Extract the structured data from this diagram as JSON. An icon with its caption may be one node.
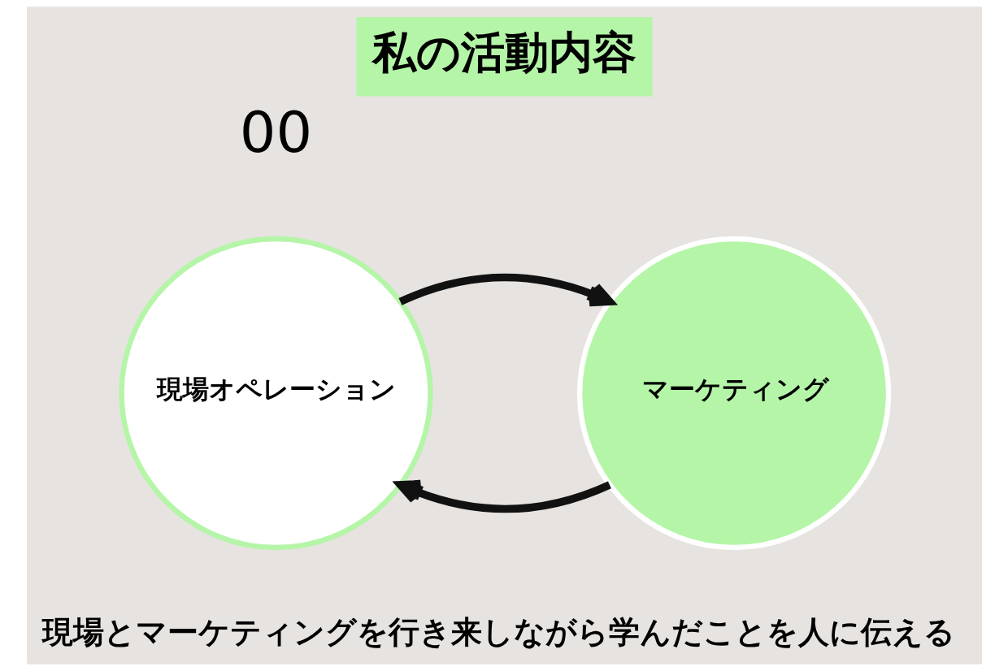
{
  "diagram": {
    "title": "私の活動内容",
    "caption": "現場とマーケティングを行き来しながら学んだことを人に伝える",
    "nodes": [
      {
        "text": [
          "現場オペレーション"
        ]
      },
      {
        "text": [
          "マーケティング"
        ]
      }
    ],
    "edges": [
      {
        "from": 1,
        "to": 0,
        "arrow": "to"
      },
      {
        "from": 0,
        "to": 1,
        "arrow": "to"
      }
    ],
    "labels": [
      "00"
    ]
  }
}
